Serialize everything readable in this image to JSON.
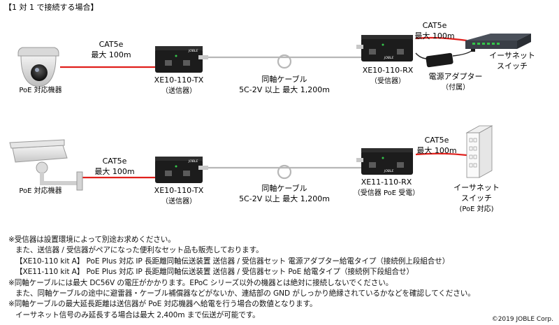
{
  "heading": "【1 対 1 で接続する場合】",
  "top": {
    "camera_label": "PoE 対応機器",
    "cat5e_left": {
      "line1": "CAT5e",
      "line2": "最大 100m"
    },
    "tx_label": {
      "line1": "XE10-110-TX",
      "line2": "（送信器）"
    },
    "coax_label": {
      "line1": "同軸ケーブル",
      "line2": "5C-2V 以上  最大 1,200m"
    },
    "rx_label": {
      "line1": "XE10-110-RX",
      "line2": "（受信器）"
    },
    "adapter_label": {
      "line1": "電源アダプター",
      "line2": "（付属）"
    },
    "cat5e_right": {
      "line1": "CAT5e",
      "line2": "最大 100m"
    },
    "switch_label": {
      "line1": "イーサネット",
      "line2": "スイッチ"
    }
  },
  "bottom": {
    "camera_label": "PoE 対応機器",
    "cat5e_left": {
      "line1": "CAT5e",
      "line2": "最大 100m"
    },
    "tx_label": {
      "line1": "XE10-110-TX",
      "line2": "（送信器）"
    },
    "coax_label": {
      "line1": "同軸ケーブル",
      "line2": "5C-2V 以上  最大 1,200m"
    },
    "rx_label": {
      "line1": "XE11-110-RX",
      "line2": "（受信器 PoE 受電）"
    },
    "cat5e_right": {
      "line1": "CAT5e",
      "line2": "最大 100m"
    },
    "switch_label": {
      "line1": "イーサネット",
      "line2": "スイッチ",
      "line3": "(PoE 対応)"
    }
  },
  "notes": [
    "※受信器は設置環境によって別途お求めください。",
    "また、送信器 / 受信器がペアになった便利なセット品も販売しております。",
    "【XE10-110 kit A】  PoE Plus 対応 IP 長距離同軸伝送装置  送信器 / 受信器セット  電源アダプター給電タイプ（接続例上段組合せ）",
    "【XE11-110 kit A】  PoE Plus 対応 IP 長距離同軸伝送装置  送信器 / 受信器セット  PoE 給電タイプ（接続例下段組合せ）",
    "※同軸ケーブルには最大 DC56V の電圧がかかります。EPoC シリーズ以外の機器とは絶対に接続しないでください。",
    "また、同軸ケーブルの途中に避雷器・ケーブル補償器などがないか、連結部の GND がしっかり絶縁されているかなどを確認してください。",
    "※同軸ケーブルの最大延長距離は送信器が PoE 対応機器へ給電を行う場合の数値となります。",
    "イーサネット信号のみ延長する場合は最大 2,400m まで伝送が可能です。"
  ],
  "copyright": "©2019 JOBLE Corp.",
  "colors": {
    "cat5e_cable": "#e0201c",
    "coax_cable": "#b7b7b7",
    "device_body": "#1c1c1c",
    "switch_body": "#3a3f47",
    "port_green": "#34c84a"
  },
  "icons": [
    "dome-camera-icon",
    "bullet-camera-icon",
    "transmitter-device-icon",
    "receiver-device-icon",
    "power-adapter-icon",
    "ethernet-switch-icon",
    "poe-switch-icon"
  ]
}
